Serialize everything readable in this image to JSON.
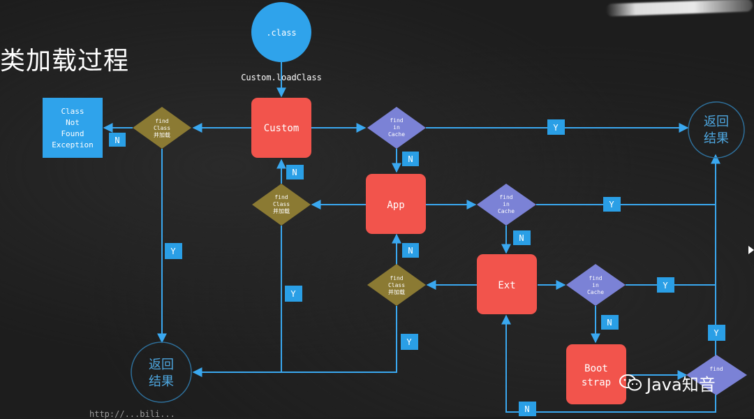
{
  "title": "类加载过程",
  "nodes": {
    "class_circle": ".class",
    "load_call": "Custom.loadClass",
    "custom": "Custom",
    "app": "App",
    "ext": "Ext",
    "boot_line1": "Boot",
    "boot_line2": "strap",
    "cnfe_lines": [
      "Class",
      "Not",
      "Found",
      "Exception"
    ],
    "find_cache_lines": [
      "find",
      "in",
      "Cache"
    ],
    "find_class_lines": [
      "find",
      "Class",
      "并加载"
    ],
    "find_short": "find",
    "return_line1": "返回",
    "return_line2": "结果"
  },
  "labels": {
    "yes": "Y",
    "no": "N"
  },
  "watermark": "Java知音",
  "url_fragment": "http://...bili...",
  "colors": {
    "blue_circle": "#2fa3eb",
    "red_box": "#f2544c",
    "purple_diamond": "#7b82d6",
    "olive_diamond": "#8b7a33",
    "label_blue": "#2a9fe6",
    "arrow": "#3aa8f0",
    "return_circle_stroke": "#2e6f9a",
    "return_text": "#4ea7e0"
  }
}
